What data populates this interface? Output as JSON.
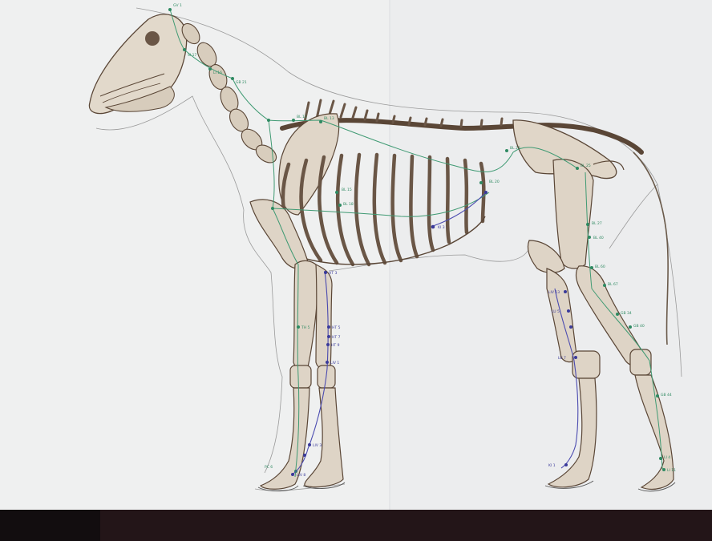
{
  "photo": {
    "subject": "horse skeleton",
    "palette": {
      "paper": "#eff0f0",
      "bone_ink": "#5a4636",
      "bone_fill": "#ddd3c5",
      "green_channel": "#3f9a73",
      "blue_channel": "#4b4bb0",
      "background": "#1c1416"
    }
  },
  "labels": {
    "green": [
      "GV 1",
      "SI 17",
      "LI 16",
      "GB 21",
      "BL 11",
      "BL 13",
      "BL 15",
      "BL 18",
      "BL 20",
      "BL 23",
      "BL 25",
      "BL 27",
      "BL 40",
      "BL 60",
      "BL 67",
      "GB 34",
      "GB 40",
      "GB 44",
      "LI 4",
      "LI 11",
      "TH 5",
      "PC 6"
    ],
    "blue": [
      "HT 3",
      "HT 5",
      "HT 7",
      "HT 9",
      "LIV 1",
      "LIV 3",
      "LIV 8",
      "LIV 13",
      "LU 5",
      "LU 7",
      "KI 1",
      "KI 3"
    ]
  }
}
